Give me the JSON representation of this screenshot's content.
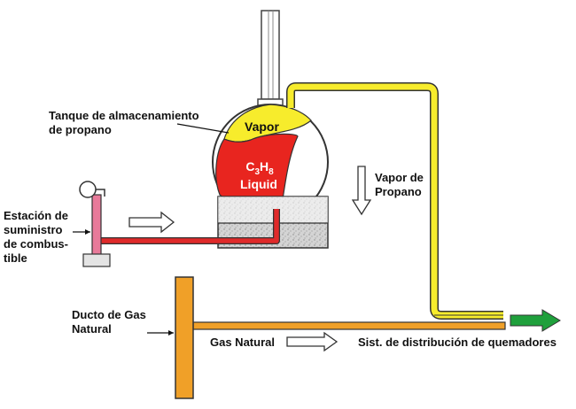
{
  "labels": {
    "tank": [
      "Tanque de almacenamiento",
      "de propano"
    ],
    "vapor": "Vapor",
    "chem": {
      "c": "C",
      "c_sub": "3",
      "h": "H",
      "h_sub": "8"
    },
    "liquid": "Liquid",
    "vapor_propano": [
      "Vapor de",
      "Propano"
    ],
    "estacion": [
      "Estación de",
      "suministro",
      "de combus-",
      "tible"
    ],
    "ducto": [
      "Ducto de Gas",
      "Natural"
    ],
    "gas_natural": "Gas Natural",
    "sist": "Sist. de distribución de quemadores"
  },
  "colors": {
    "vapor_yellow": "#f7ec2c",
    "liquid_red": "#e8251f",
    "pipe_red": "#e02a2a",
    "pipe_pink": "#e87a9a",
    "gas_orange": "#f0a028",
    "arrow_green": "#1fa03c",
    "pit_gray": "#c8c8c8"
  }
}
